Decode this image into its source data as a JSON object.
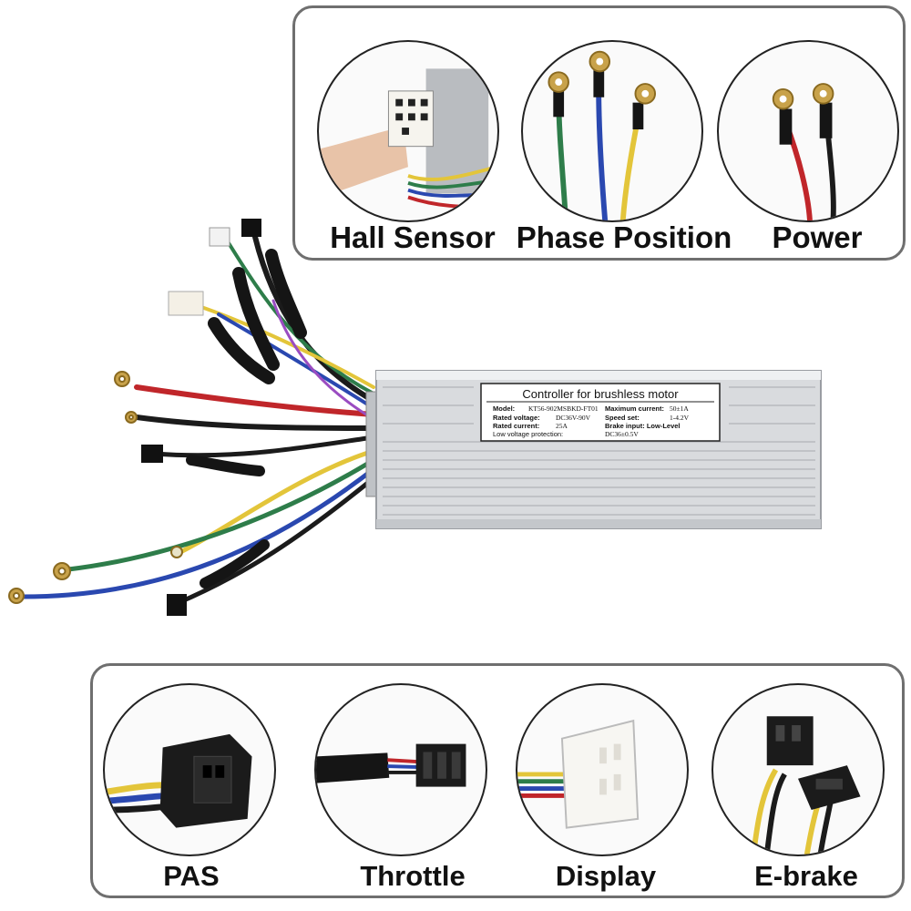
{
  "top_callouts": [
    {
      "label": "Hall Sensor",
      "icon": "hall-sensor-connector"
    },
    {
      "label": "Phase Position",
      "icon": "phase-wire-terminals"
    },
    {
      "label": "Power",
      "icon": "power-wire-terminals"
    }
  ],
  "bottom_callouts": [
    {
      "label": "PAS",
      "icon": "pas-connector"
    },
    {
      "label": "Throttle",
      "icon": "throttle-connector"
    },
    {
      "label": "Display",
      "icon": "display-connector"
    },
    {
      "label": "E-brake",
      "icon": "ebrake-connector"
    }
  ],
  "controller": {
    "title": "Controller for brushless motor",
    "model_label": "Model:",
    "model_value": "KT56-902MSBKD-FT01",
    "rated_voltage_label": "Rated voltage:",
    "rated_voltage_value": "DC36V-90V",
    "rated_current_label": "Rated current:",
    "rated_current_value": "25A",
    "low_voltage_label": "Low voltage protection:",
    "low_voltage_value": "DC36±0.5V",
    "max_current_label": "Maximum current:",
    "max_current_value": "50±1A",
    "speed_set_label": "Speed  set:",
    "speed_set_value": "1-4.2V",
    "brake_input_label": "Brake input: Low-Level"
  },
  "colors": {
    "panel_border": "#6f6f6f",
    "controller_body": "#d9dbde",
    "wire_red": "#c0262a",
    "wire_black": "#1b1b1b",
    "wire_green": "#2e7d4a",
    "wire_blue": "#2a48b0",
    "wire_yellow": "#e3c53a",
    "terminal_brass": "#c8a24a"
  }
}
